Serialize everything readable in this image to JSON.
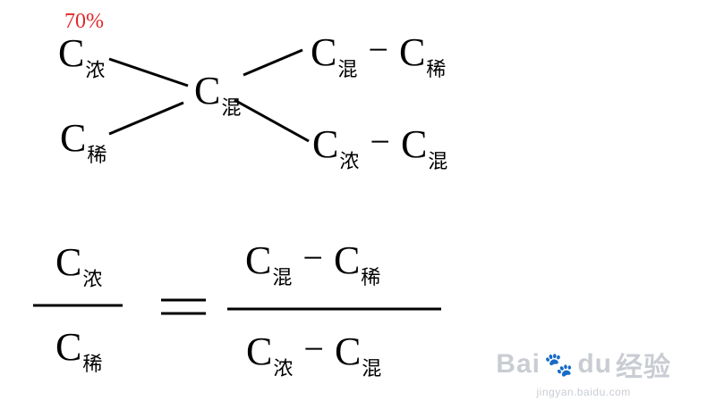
{
  "percent_label": "70%",
  "symbols": {
    "C": "C",
    "nong": "浓",
    "xi": "稀",
    "hun": "混",
    "minus": "−",
    "equals": "="
  },
  "watermark": {
    "brand": "Bai",
    "brand2": "du",
    "cn": "经验",
    "url": "jingyan.baidu.com"
  }
}
